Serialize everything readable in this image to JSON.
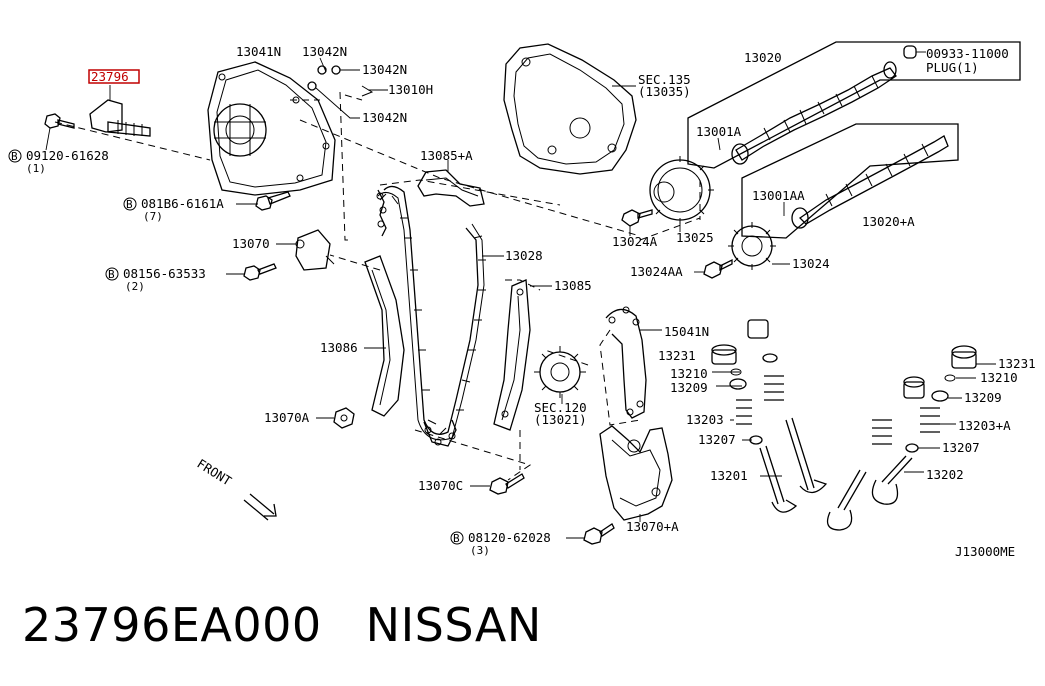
{
  "diagram": {
    "highlighted_part": "23796",
    "code": "J13000ME",
    "front_label": "FRONT",
    "labels": {
      "p13041N": "13041N",
      "p13042N_a": "13042N",
      "p13042N_b": "13042N",
      "p13042N_c": "13042N",
      "p13010H": "13010H",
      "b09120_61628": "09120-61628",
      "b09120_61628_qty": "(1)",
      "b081B6": "081B6-6161A",
      "b081B6_qty": "(7)",
      "p13070": "13070",
      "b08156": "08156-63533",
      "b08156_qty": "(2)",
      "p13086": "13086",
      "p13070A": "13070A",
      "p13070C": "13070C",
      "b08120_62028": "08120-62028",
      "b08120_62028_qty": "(3)",
      "p13070plusA": "13070+A",
      "p13085plusA": "13085+A",
      "p13028": "13028",
      "p13085": "13085",
      "sec120": "SEC.120",
      "sec120_ref": "(13021)",
      "sec135": "SEC.135",
      "sec135_ref": "(13035)",
      "p13020": "13020",
      "p00933": "00933-11000",
      "plug": "PLUG(1)",
      "p13001A": "13001A",
      "p13001AA": "13001AA",
      "p13020plusA": "13020+A",
      "p13024A": "13024A",
      "p13025": "13025",
      "p13024AA": "13024AA",
      "p13024": "13024",
      "p15041N": "15041N",
      "p13231_l": "13231",
      "p13210_l": "13210",
      "p13209_l": "13209",
      "p13203": "13203",
      "p13207_l": "13207",
      "p13201": "13201",
      "p13231_r": "13231",
      "p13210_r": "13210",
      "p13209_r": "13209",
      "p13203plusA": "13203+A",
      "p13207_r": "13207",
      "p13202": "13202",
      "bolt_mark": "B"
    }
  },
  "footer": {
    "part_number": "23796EA000",
    "brand": "NISSAN"
  }
}
